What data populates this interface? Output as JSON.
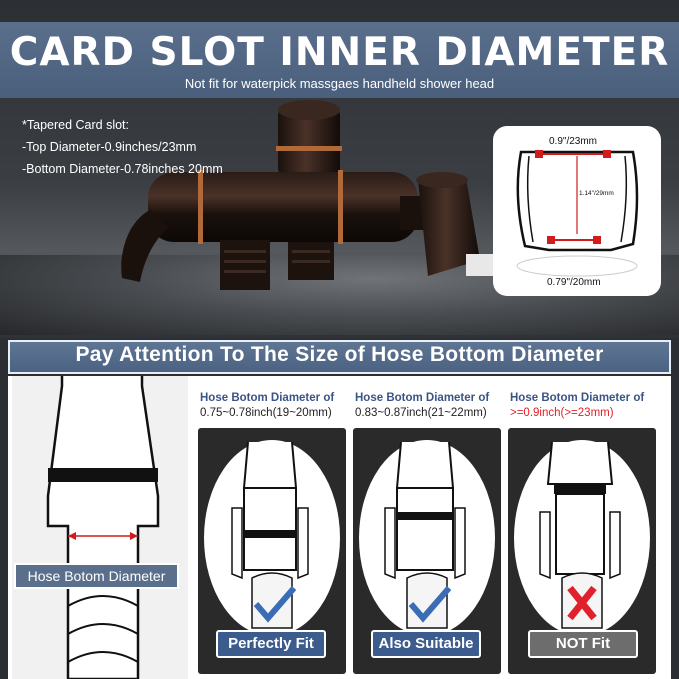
{
  "header": {
    "title": "CARD SLOT INNER DIAMETER",
    "subtitle": "Not fit for waterpick massgaes handheld shower head"
  },
  "specs": [
    "*Tapered Card slot:",
    "-Top Diameter-0.9inches/23mm",
    "-Bottom Diameter-0.78inches 20mm"
  ],
  "inset": {
    "top_label": "0.9\"/23mm",
    "height_label": "1.14\"/29mm",
    "bottom_label": "0.79\"/20mm"
  },
  "banner": {
    "text": "Pay Attention To The Size of Hose Bottom Diameter"
  },
  "hose_label": "Hose Botom Diameter",
  "columns": [
    {
      "line1": "Hose Botom Diameter of",
      "line2": "0.75~0.78inch(19~20mm)",
      "result": "Perfectly Fit",
      "status": "check"
    },
    {
      "line1": "Hose Botom Diameter of",
      "line2": "0.83~0.87inch(21~22mm)",
      "result": "Also Suitable",
      "status": "check"
    },
    {
      "line1": "Hose Botom Diameter of",
      "line2": ">=0.9inch(>=23mm)",
      "result": "NOT Fit",
      "status": "cross"
    }
  ],
  "colors": {
    "accent_blue": "#5a6f8c",
    "check_blue": "#3a6db5",
    "cross_red": "#e0202a",
    "bronze": "#b06a3a"
  },
  "icons": [
    "checkmark-icon",
    "cross-icon",
    "measure-arrow-icon"
  ]
}
